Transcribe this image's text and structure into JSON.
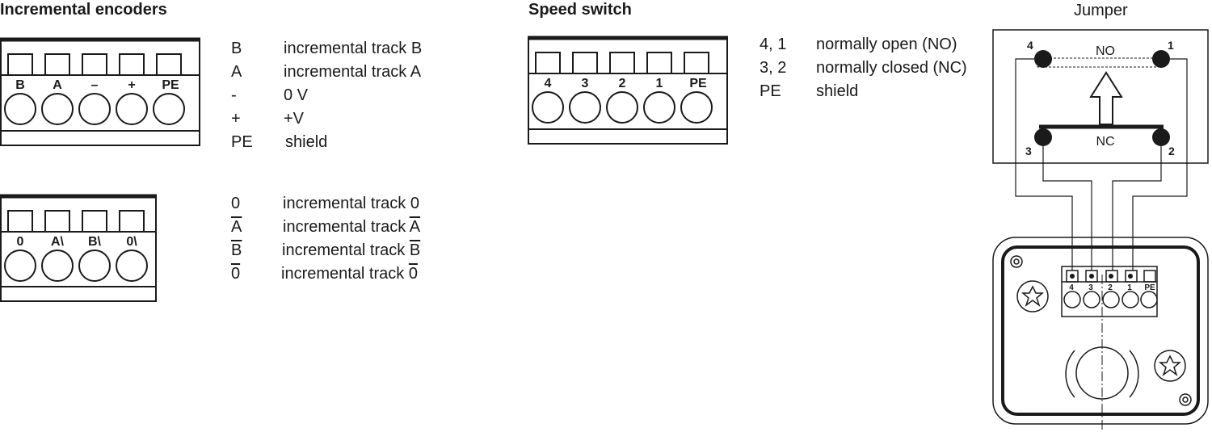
{
  "incremental": {
    "title": "Incremental encoders",
    "connector1": {
      "pins": [
        "B",
        "A",
        "–",
        "+",
        "PE"
      ]
    },
    "connector2": {
      "pins": [
        "0",
        "A\\",
        "B\\",
        "0\\"
      ]
    },
    "legend1": [
      {
        "key": "B",
        "desc": "incremental track B"
      },
      {
        "key": "A",
        "desc": "incremental track A"
      },
      {
        "key": "-",
        "desc": "0 V"
      },
      {
        "key": "+",
        "desc": "+V"
      },
      {
        "key": "PE",
        "desc": "shield"
      }
    ],
    "legend2": [
      {
        "key": "0",
        "desc": "incremental track 0"
      },
      {
        "key": "A",
        "desc": "incremental track ",
        "desc_ov": "A"
      },
      {
        "key": "B",
        "desc": "incremental track ",
        "desc_ov": "B"
      },
      {
        "key": "0",
        "desc": "incremental track ",
        "desc_ov": "0"
      }
    ]
  },
  "speed": {
    "title": "Speed switch",
    "connector": {
      "pins": [
        "4",
        "3",
        "2",
        "1",
        "PE"
      ]
    },
    "legend": [
      {
        "key": "4, 1",
        "desc": "normally open (NO)"
      },
      {
        "key": "3, 2",
        "desc": "normally closed (NC)"
      },
      {
        "key": "PE",
        "desc": "shield"
      }
    ]
  },
  "jumper": {
    "title": "Jumper",
    "no_label": "NO",
    "nc_label": "NC",
    "term_labels": [
      "4",
      "1",
      "3",
      "2"
    ],
    "housing_pins": [
      "4",
      "3",
      "2",
      "1",
      "PE"
    ]
  }
}
